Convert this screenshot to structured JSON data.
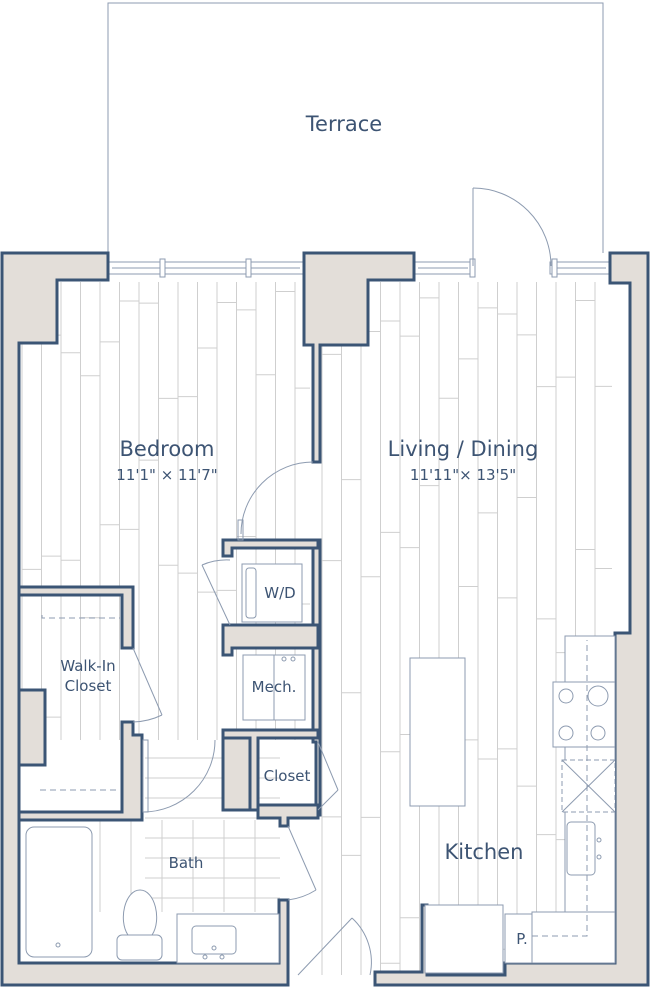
{
  "colors": {
    "wall_fill": "#e3ded9",
    "wall_stroke": "#3b5575",
    "fixture": "#8d9bb0",
    "plank": "#c9c9c9",
    "text": "#3d5473"
  },
  "rooms": {
    "terrace": {
      "label": "Terrace"
    },
    "bedroom": {
      "label": "Bedroom",
      "dimensions": "11'1\" × 11'7\""
    },
    "living": {
      "label": "Living / Dining",
      "dimensions": "11'11\"× 13'5\""
    },
    "wd": {
      "label": "W/D"
    },
    "walkin": {
      "label_line1": "Walk-In",
      "label_line2": "Closet"
    },
    "mech": {
      "label": "Mech."
    },
    "closet": {
      "label": "Closet"
    },
    "bath": {
      "label": "Bath"
    },
    "kitchen": {
      "label": "Kitchen"
    },
    "pantry": {
      "label": "P."
    }
  }
}
